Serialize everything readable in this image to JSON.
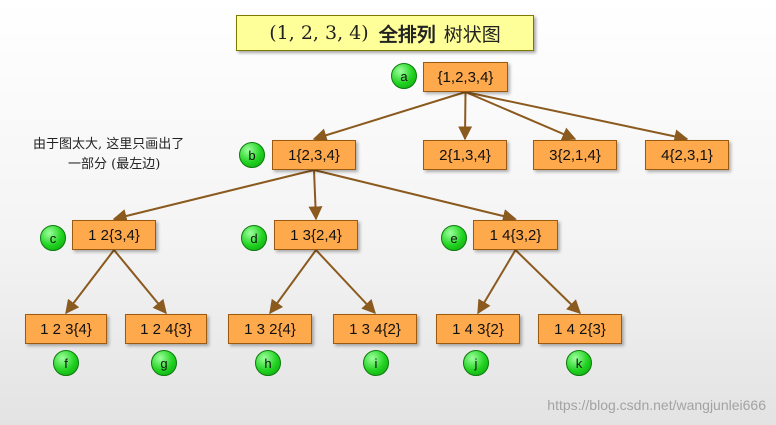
{
  "title": {
    "prefix": "(1, 2, 3, 4)",
    "bold": "全排列",
    "suffix": "树状图"
  },
  "note": {
    "line1": "由于图太大, 这里只画出了",
    "line2": "一部分 (最左边)"
  },
  "nodes": [
    {
      "id": "root",
      "label": "{1,2,3,4}",
      "badge": "a"
    },
    {
      "id": "n1",
      "label": "1{2,3,4}",
      "badge": "b"
    },
    {
      "id": "n2",
      "label": "2{1,3,4}"
    },
    {
      "id": "n3",
      "label": "3{2,1,4}"
    },
    {
      "id": "n4",
      "label": "4{2,3,1}"
    },
    {
      "id": "n12",
      "label": "1 2{3,4}",
      "badge": "c"
    },
    {
      "id": "n13",
      "label": "1 3{2,4}",
      "badge": "d"
    },
    {
      "id": "n14",
      "label": "1 4{3,2}",
      "badge": "e"
    },
    {
      "id": "n123",
      "label": "1 2 3{4}",
      "badge": "f"
    },
    {
      "id": "n124",
      "label": "1 2 4{3}",
      "badge": "g"
    },
    {
      "id": "n132",
      "label": "1 3 2{4}",
      "badge": "h"
    },
    {
      "id": "n134",
      "label": "1 3 4{2}",
      "badge": "i"
    },
    {
      "id": "n143",
      "label": "1 4 3{2}",
      "badge": "j"
    },
    {
      "id": "n142",
      "label": "1 4 2{3}",
      "badge": "k"
    }
  ],
  "edges": [
    [
      "root",
      "n1"
    ],
    [
      "root",
      "n2"
    ],
    [
      "root",
      "n3"
    ],
    [
      "root",
      "n4"
    ],
    [
      "n1",
      "n12"
    ],
    [
      "n1",
      "n13"
    ],
    [
      "n1",
      "n14"
    ],
    [
      "n12",
      "n123"
    ],
    [
      "n12",
      "n124"
    ],
    [
      "n13",
      "n132"
    ],
    [
      "n13",
      "n134"
    ],
    [
      "n14",
      "n143"
    ],
    [
      "n14",
      "n142"
    ]
  ],
  "colors": {
    "node_fill": "#ffa94d",
    "edge": "#8b5a1e",
    "badge": "#1fd21f",
    "title_fill": "#ffff99"
  },
  "watermark": "https://blog.csdn.net/wangjunlei666"
}
